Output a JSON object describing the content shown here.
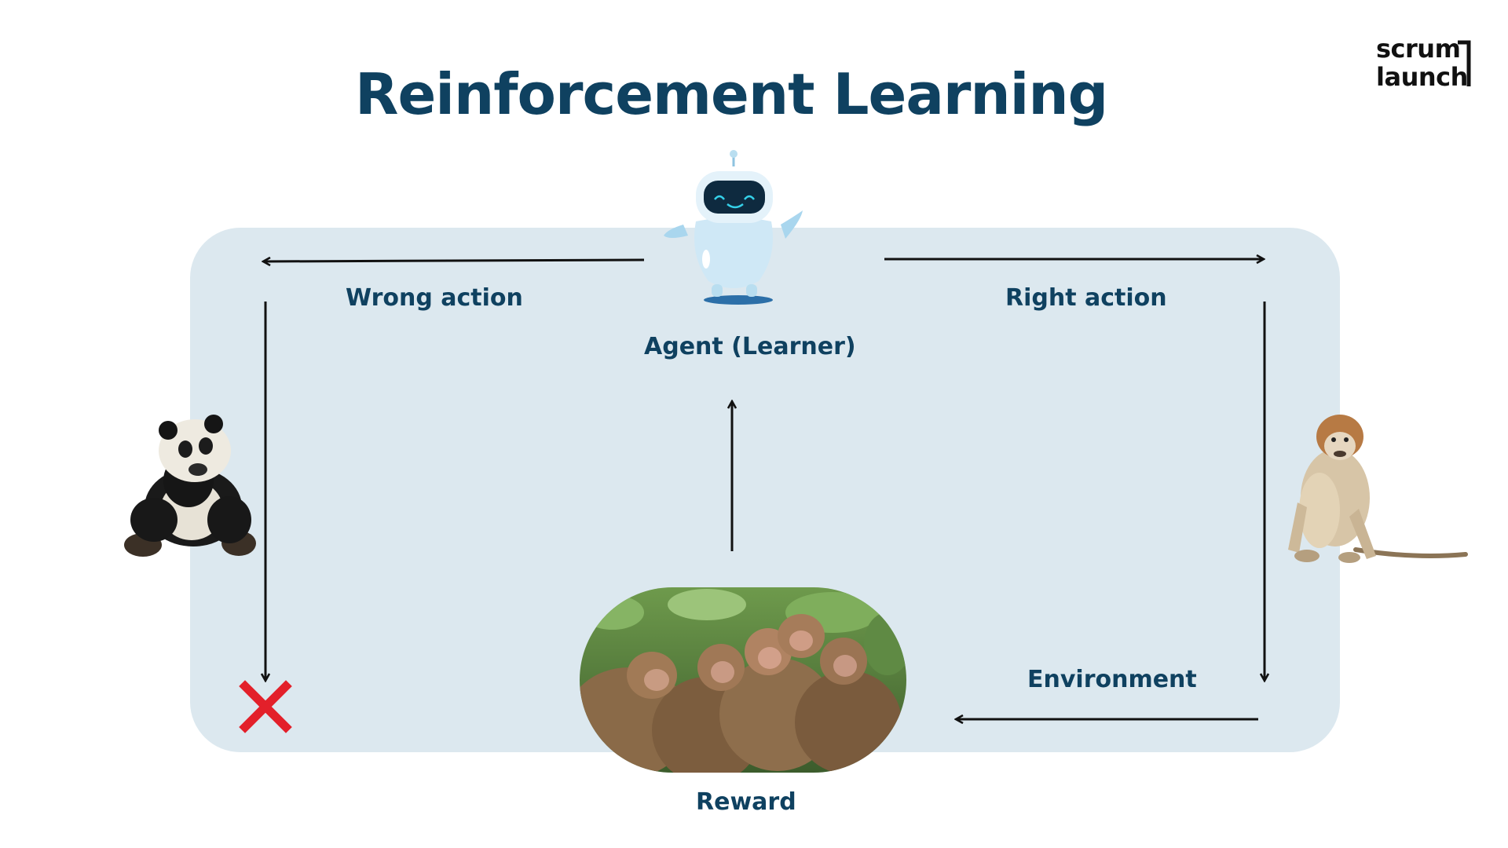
{
  "title": "Reinforcement Learning",
  "logo": {
    "line1": "scrum",
    "line2": "launch"
  },
  "labels": {
    "wrong_action": "Wrong action",
    "right_action": "Right action",
    "agent": "Agent (Learner)",
    "environment": "Environment",
    "reward": "Reward"
  },
  "icons": {
    "agent": "robot-icon",
    "wrong_outcome": "panda-icon",
    "right_outcome": "monkey-icon",
    "reward": "monkey-group-image",
    "wrong_mark": "red-x-icon"
  },
  "colors": {
    "title": "#0f4160",
    "panel": "#dce8ef",
    "arrow": "#111111",
    "wrong_mark": "#e3202a"
  }
}
